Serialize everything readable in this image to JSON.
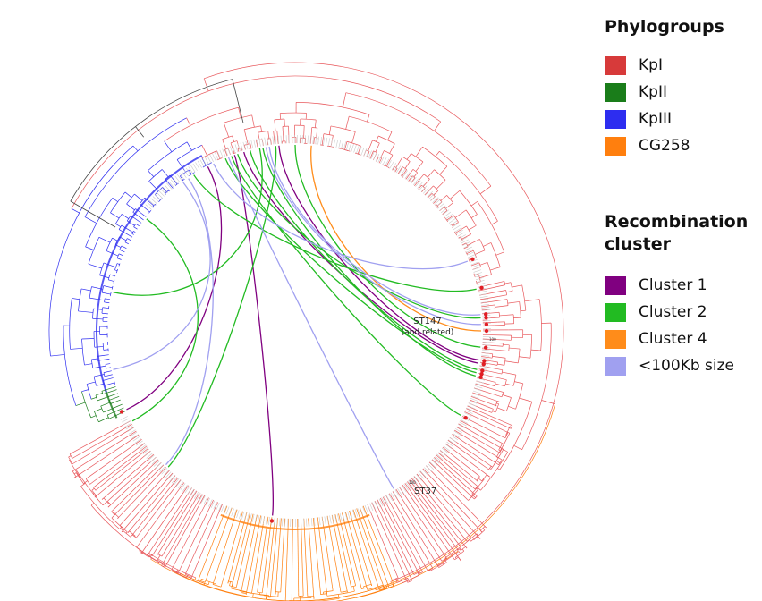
{
  "colors": {
    "tree_default": "#e8585c",
    "tree_outgroup": "#444444",
    "leaf_label": "#cccccc",
    "node_mark": "#e01e24"
  },
  "phylogroups": {
    "title": "Phylogroups",
    "items": [
      {
        "label": "KpI",
        "color": "#d73a3a"
      },
      {
        "label": "KpII",
        "color": "#1a7d1a"
      },
      {
        "label": "KpIII",
        "color": "#2d2df0"
      },
      {
        "label": "CG258",
        "color": "#ff7f0e"
      }
    ]
  },
  "recombination": {
    "title": "Recombination cluster",
    "items": [
      {
        "label": "Cluster 1",
        "color": "#800080"
      },
      {
        "label": "Cluster 2",
        "color": "#22bb22"
      },
      {
        "label": "Cluster 4",
        "color": "#ff8c1a"
      },
      {
        "label": "<100Kb size",
        "color": "#a0a0f0"
      }
    ]
  },
  "annotations": {
    "st147": "ST147",
    "st147_sub": "(and related)",
    "st37": "ST37",
    "support_a": "100",
    "support_b": "100"
  },
  "links": [
    {
      "cluster": "Cluster 1",
      "from": 205,
      "to": 118
    },
    {
      "cluster": "Cluster 1",
      "from": 263,
      "to": 109
    },
    {
      "cluster": "Cluster 1",
      "from": 350,
      "to": 106
    },
    {
      "cluster": "Cluster 1",
      "from": 351,
      "to": 95
    },
    {
      "cluster": "Cluster 2",
      "from": 227,
      "to": 96
    },
    {
      "cluster": "Cluster 2",
      "from": 168,
      "to": 101
    },
    {
      "cluster": "Cluster 2",
      "from": 209,
      "to": 143
    },
    {
      "cluster": "Cluster 2",
      "from": 333,
      "to": 110
    },
    {
      "cluster": "Cluster 2",
      "from": 13,
      "to": 123
    },
    {
      "cluster": "Cluster 2",
      "from": 4,
      "to": 108
    },
    {
      "cluster": "Cluster 2",
      "from": 346,
      "to": 100
    },
    {
      "cluster": "Cluster 2",
      "from": 347,
      "to": 112
    },
    {
      "cluster": "Cluster 2",
      "from": 348,
      "to": 104
    },
    {
      "cluster": "Cluster 2",
      "from": 355,
      "to": 90
    },
    {
      "cluster": "Cluster 4",
      "from": 0,
      "to": 85
    },
    {
      "cluster": "<100Kb size",
      "from": 226,
      "to": 125
    },
    {
      "cluster": "<100Kb size",
      "from": 192,
      "to": 127
    },
    {
      "cluster": "<100Kb size",
      "from": 302,
      "to": 111
    },
    {
      "cluster": "<100Kb size",
      "from": 2,
      "to": 99
    },
    {
      "cluster": "<100Kb size",
      "from": 22,
      "to": 116
    },
    {
      "cluster": "<100Kb size",
      "from": 5,
      "to": 98
    }
  ]
}
